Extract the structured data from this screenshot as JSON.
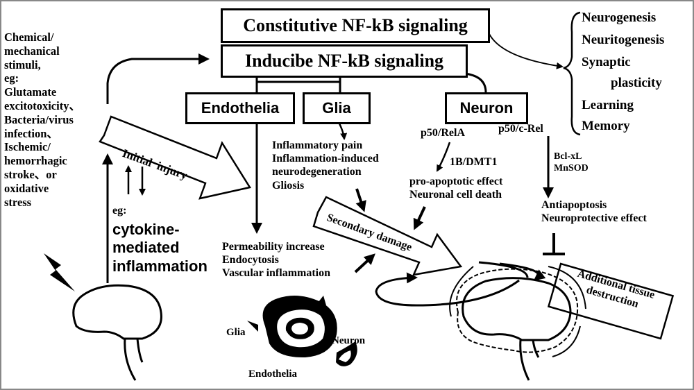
{
  "constitutive": "Constitutive NF-kB signaling",
  "inducible": "Inducibe NF-kB signaling",
  "cells": {
    "endothelia": "Endothelia",
    "glia": "Glia",
    "neuron": "Neuron"
  },
  "stimuli_lines": [
    "Chemical/",
    "mechanical",
    "stimuli,",
    "eg:",
    "Glutamate",
    "excitotoxicity、",
    "Bacteria/virus",
    "infection、",
    "Ischemic/",
    "hemorrhagic",
    "stroke、or",
    "oxidative",
    "stress"
  ],
  "initial_injury": "Initial  injury",
  "eg_label": "eg:",
  "cytokine_lines": [
    "cytokine-",
    "mediated",
    "inflammation"
  ],
  "outcomes": [
    "Neurogenesis",
    "Neuritogenesis",
    "Synaptic",
    "plasticity",
    "Learning",
    "Memory"
  ],
  "glia_effects": [
    "Inflammatory pain",
    "Inflammation-induced",
    "neurodegeneration",
    "Gliosis"
  ],
  "p50_rela": "p50/RelA",
  "p50_crel": "p50/c-Rel",
  "mediator_1b": "1B/DMT1",
  "pro_apoptotic": [
    "pro-apoptotic effect",
    "Neuronal cell death"
  ],
  "bcl_lines": [
    "Bcl-xL",
    "MnSOD"
  ],
  "anti_apoptosis": [
    "Antiapoptosis",
    "Neuroprotective effect"
  ],
  "endothelia_effects": [
    "Permeability increase",
    "Endocytosis",
    "Vascular inflammation"
  ],
  "secondary_damage": "Secondary damage",
  "additional_lines": [
    "Additional tissue",
    "destruction"
  ],
  "bvu_labels": {
    "glia": "Glia",
    "neuron": "Neuron",
    "endothelia": "Endothelia"
  }
}
